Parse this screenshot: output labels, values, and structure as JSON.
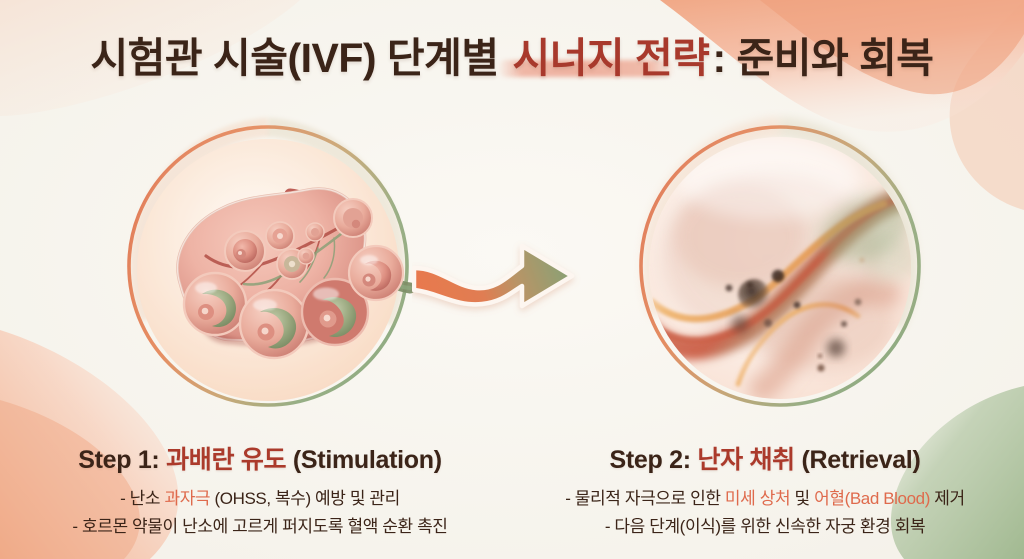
{
  "meta": {
    "background_color": "#f7f5ef",
    "title_color": "#3b2418",
    "accent_red": "#a8392c",
    "accent_coral": "#df6a4c",
    "ring_orange": "#e0744f",
    "ring_green": "#8ea87f",
    "highlight_bar": "#eeac99"
  },
  "header": {
    "title_part1": "시험관 시술(IVF) 단계별 ",
    "title_accent": "시너지 전략",
    "title_part2": ": 준비와 회복"
  },
  "panels": [
    {
      "id": "step-1",
      "illustration": "ovary-with-follicles",
      "head_prefix": "Step 1: ",
      "head_accent": "과배란 유도",
      "head_suffix": " (Stimulation)",
      "bullets": [
        {
          "lead": "- 난소 ",
          "accent": "과자극",
          "tail": "  (OHSS, 복수) 예방 및 관리"
        },
        {
          "lead": "- 호르몬 약물이 난소에 고르게 퍼지도록 혈액 순환 촉진",
          "accent": "",
          "tail": ""
        }
      ]
    },
    {
      "id": "step-2",
      "illustration": "uterus-abstract-swirl",
      "head_prefix": "Step 2: ",
      "head_accent": "난자 채취",
      "head_suffix": " (Retrieval)",
      "bullets": [
        {
          "lead": "- 물리적 자극으로 인한 ",
          "accent": "미세 상처",
          "mid": " 및 ",
          "accent2": "어혈(Bad Blood)",
          "tail": " 제거"
        },
        {
          "lead": "- 다음 단계(이식)를 위한 신속한 자궁 환경 회복",
          "accent": "",
          "tail": ""
        }
      ]
    }
  ],
  "arrow": {
    "name": "flow-arrow",
    "direction": "right",
    "gradient_from": "#e8794e",
    "gradient_to": "#8aa57a"
  }
}
